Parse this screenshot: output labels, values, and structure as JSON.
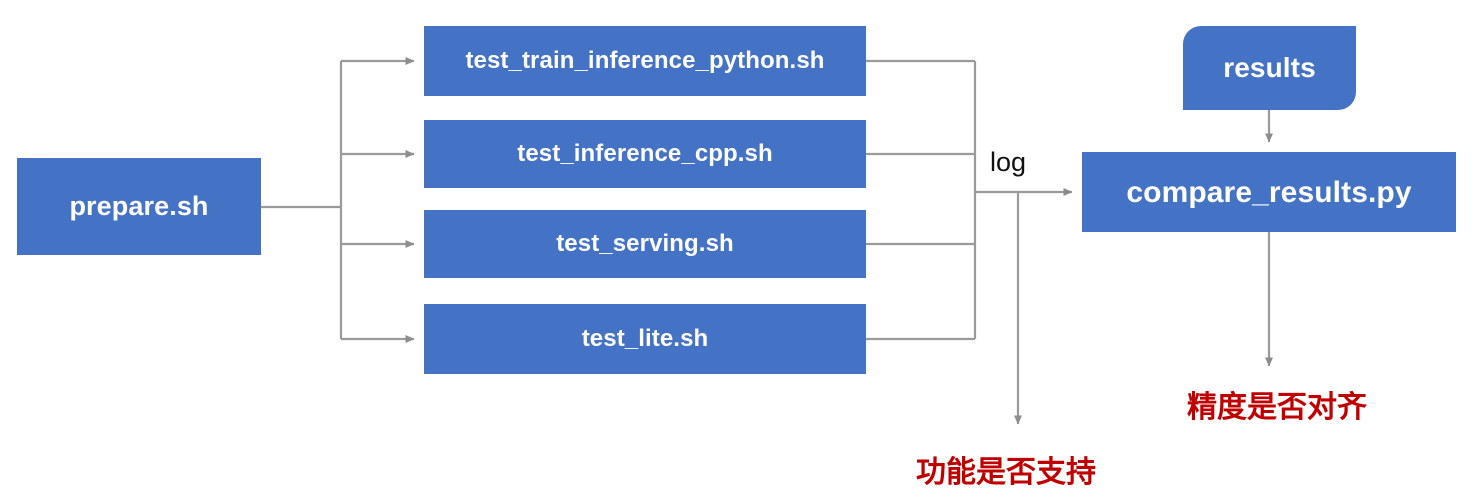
{
  "diagram": {
    "title": "PaddlePaddle TIPC test pipeline flow",
    "colors": {
      "node_fill": "#4472c4",
      "node_text": "#ffffff",
      "connector": "#9a9a9a",
      "annotation_red": "#c00000",
      "background": "#ffffff"
    },
    "nodes": {
      "prepare": {
        "label": "prepare.sh"
      },
      "train_inference_python": {
        "label": "test_train_inference_python.sh"
      },
      "inference_cpp": {
        "label": "test_inference_cpp.sh"
      },
      "serving": {
        "label": "test_serving.sh"
      },
      "lite": {
        "label": "test_lite.sh"
      },
      "results": {
        "label": "results"
      },
      "compare_results": {
        "label": "compare_results.py"
      }
    },
    "edge_labels": {
      "log": "log"
    },
    "annotations": {
      "function_support": "功能是否支持",
      "precision_align": "精度是否对齐"
    }
  }
}
